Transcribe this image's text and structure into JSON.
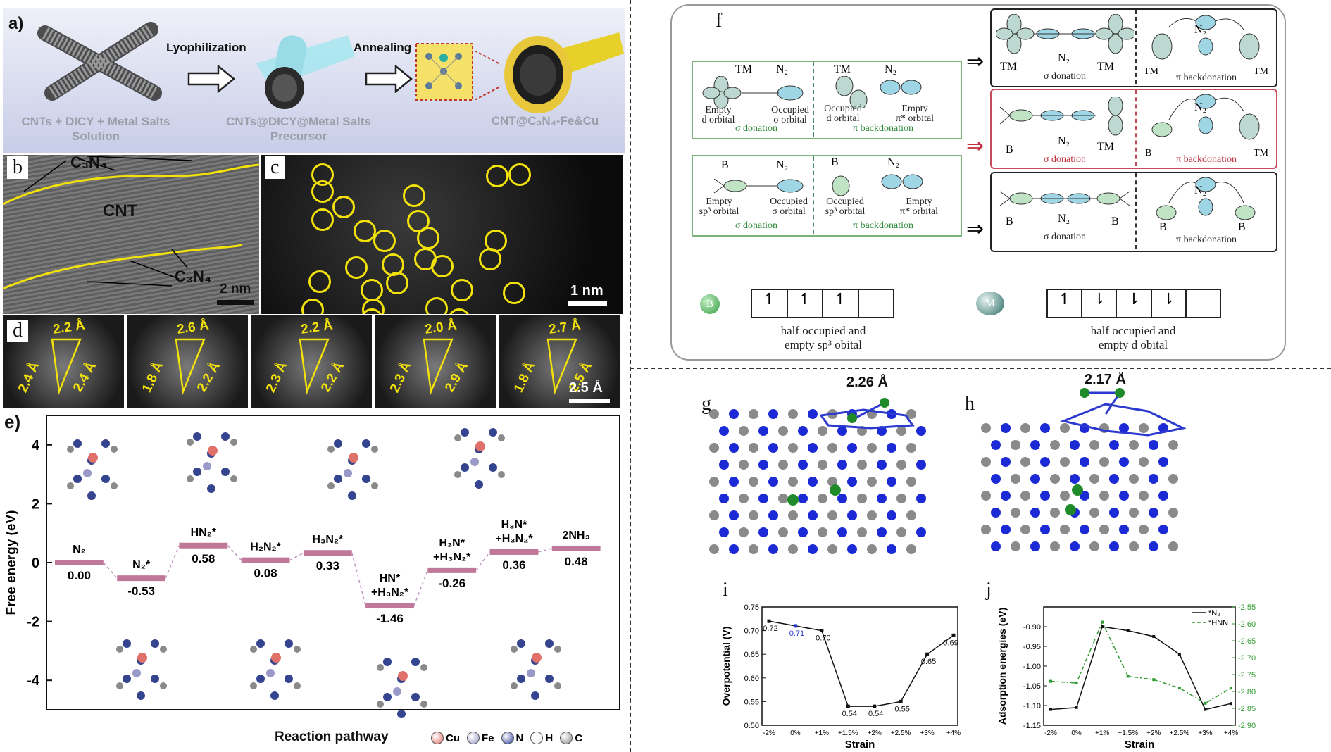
{
  "panel_labels": {
    "a": "a)",
    "b": "b",
    "c": "c",
    "d": "d",
    "e": "e)",
    "f": "f",
    "g": "g",
    "h": "h",
    "i": "i",
    "j": "j"
  },
  "panel_a": {
    "step1_label": "Lyophilization",
    "step2_label": "Annealing",
    "item1_line1": "CNTs + DICY + Metal Salts",
    "item1_line2": "Solution",
    "item2_line1": "CNTs@DICY@Metal Salts",
    "item2_line2": "Precursor",
    "item3": "CNT@C₃N₄-Fe&Cu"
  },
  "panel_b": {
    "label_top": "C₃N₄",
    "label_center": "CNT",
    "label_bottom": "C₃N₄",
    "scale": "2 nm"
  },
  "panel_c": {
    "scale": "1 nm"
  },
  "panel_d": {
    "frames": [
      {
        "a": "2.2 Å",
        "b": "2.4 Å",
        "c": "2.4 Å"
      },
      {
        "a": "2.6 Å",
        "b": "1.8 Å",
        "c": "2.2 Å"
      },
      {
        "a": "2.2 Å",
        "b": "2.3 Å",
        "c": "2.2 Å"
      },
      {
        "a": "2.0 Å",
        "b": "2.3 Å",
        "c": "2.9 Å"
      },
      {
        "a": "2.7 Å",
        "b": "1.8 Å",
        "c": "2.5 Å"
      }
    ],
    "scale": "2.5 Å"
  },
  "panel_e": {
    "ylabel": "Free energy (eV)",
    "xlabel": "Reaction pathway",
    "yticks": [
      "4",
      "2",
      "0",
      "-2",
      "-4"
    ],
    "legend": [
      {
        "label": "Cu",
        "color": "#e0706a"
      },
      {
        "label": "Fe",
        "color": "#9a9ac8"
      },
      {
        "label": "N",
        "color": "#2a3a9a"
      },
      {
        "label": "H",
        "color": "#f2f2f2"
      },
      {
        "label": "C",
        "color": "#8a8a8a"
      }
    ]
  },
  "panel_f": {
    "tm": "TM",
    "n2": "N₂",
    "b": "B",
    "empty_d": "Empty\nd orbital",
    "occ_sigma": "Occupied\nσ orbital",
    "occ_d": "Occupied\nd orbital",
    "empty_pi": "Empty\nπ* orbital",
    "empty_sp3": "Empty\nsp³ orbital",
    "occ_sp3": "Occupied\nsp³ orbital",
    "sigma": "σ donation",
    "pi": "π backdonation",
    "legend_b": "B",
    "legend_m": "M",
    "legend_b_text1": "half occupied and",
    "legend_b_text2": "empty sp³ obital",
    "legend_m_text1": "half occupied and",
    "legend_m_text2": "empty d obital"
  },
  "panel_g": {
    "distance": "2.26 Å"
  },
  "panel_h": {
    "distance": "2.17 Å"
  },
  "panel_i": {
    "ylabel": "Overpotential (V)",
    "xlabel": "Strain"
  },
  "panel_j": {
    "ylabel": "Adsorption energies (eV)",
    "xlabel": "Strain"
  },
  "chart_data": [
    {
      "type": "line",
      "id": "e",
      "ylabel": "Free energy (eV)",
      "xlabel": "Reaction pathway",
      "ylim": [
        -5,
        5
      ],
      "categories": [
        "N₂",
        "N₂*",
        "HN₂*",
        "H₂N₂*",
        "H₃N₂*",
        "HN*\n+H₃N₂*",
        "H₂N*\n+H₃N₂*",
        "H₃N*\n+H₃N₂*",
        "2NH₃"
      ],
      "values": [
        0.0,
        -0.53,
        0.58,
        0.08,
        0.33,
        -1.46,
        -0.26,
        0.36,
        0.48
      ],
      "value_labels": [
        "0.00",
        "-0.53",
        "0.58",
        "0.08",
        "0.33",
        "-1.46",
        "-0.26",
        "0.36",
        "0.48"
      ]
    },
    {
      "type": "line",
      "id": "i",
      "ylabel": "Overpotential (V)",
      "xlabel": "Strain",
      "ylim": [
        0.5,
        0.75
      ],
      "yticks": [
        "0.75",
        "0.70",
        "0.65",
        "0.60",
        "0.55",
        "0.50"
      ],
      "categories": [
        "-2%",
        "0%",
        "+1%",
        "+1.5%",
        "+2%",
        "+2.5%",
        "+3%",
        "+4%"
      ],
      "values": [
        0.72,
        0.71,
        0.7,
        0.54,
        0.54,
        0.55,
        0.65,
        0.69
      ],
      "value_labels": [
        "0.72",
        "0.71",
        "0.70",
        "0.54",
        "0.54",
        "0.55",
        "0.65",
        "0.69"
      ]
    },
    {
      "type": "line",
      "id": "j",
      "ylabel": "Adsorption energies (eV)",
      "xlabel": "Strain",
      "ylim": [
        -1.15,
        -0.85
      ],
      "y2lim": [
        -2.9,
        -2.55
      ],
      "yticks": [
        "-0.90",
        "-0.95",
        "-1.00",
        "-1.05",
        "-1.10",
        "-1.15"
      ],
      "y2ticks": [
        "-2.55",
        "-2.60",
        "-2.65",
        "-2.70",
        "-2.75",
        "-2.80",
        "-2.85",
        "-2.90"
      ],
      "categories": [
        "-2%",
        "0%",
        "+1%",
        "+1.5%",
        "+2%",
        "+2.5%",
        "+3%",
        "+4%"
      ],
      "series": [
        {
          "name": "*N₂",
          "axis": "left",
          "color": "#111111",
          "values": [
            -1.11,
            -1.105,
            -0.9,
            -0.91,
            -0.925,
            -0.97,
            -1.11,
            -1.095
          ]
        },
        {
          "name": "*HNN",
          "axis": "right",
          "color": "#2f9a2f",
          "values": [
            -2.77,
            -2.775,
            -2.595,
            -2.755,
            -2.765,
            -2.79,
            -2.835,
            -2.79
          ]
        }
      ]
    }
  ]
}
